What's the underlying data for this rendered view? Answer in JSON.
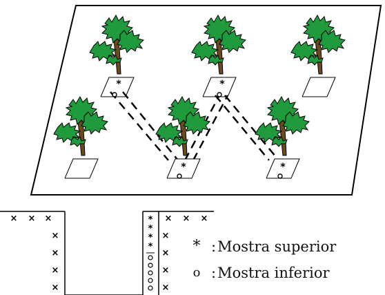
{
  "legend": {
    "upper": {
      "symbol": "*",
      "label": "Mostra superior"
    },
    "lower": {
      "symbol": "o",
      "label": "Mostra inferior"
    },
    "colon": ":"
  },
  "colors": {
    "foliage": "#1f9a3c",
    "outline": "#000000",
    "background": "#ffffff"
  }
}
